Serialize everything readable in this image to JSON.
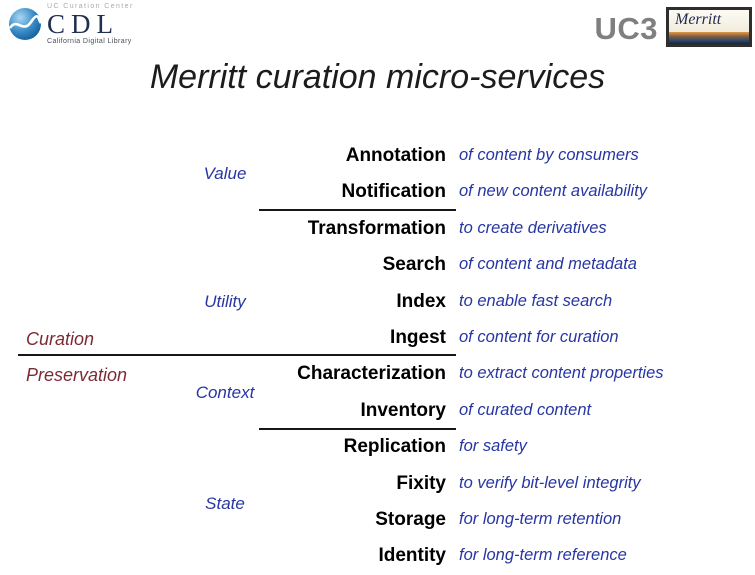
{
  "header": {
    "cdl": {
      "top_text": "UC Curation Center",
      "main_text": "CDL",
      "bottom_text": "California Digital Library"
    },
    "uc3": "UC3",
    "merritt": "Merritt"
  },
  "title": "Merritt curation micro-services",
  "categories": [
    {
      "label": "Curation",
      "groups_spanned": [
        "Value",
        "Utility"
      ]
    },
    {
      "label": "Preservation",
      "groups_spanned": [
        "Context",
        "State"
      ]
    }
  ],
  "groups": [
    {
      "label": "Value",
      "services": [
        {
          "name": "Annotation",
          "description": "of content by consumers"
        },
        {
          "name": "Notification",
          "description": "of new content availability"
        }
      ]
    },
    {
      "label": "Utility",
      "services": [
        {
          "name": "Transformation",
          "description": "to create derivatives"
        },
        {
          "name": "Search",
          "description": "of content and metadata"
        },
        {
          "name": "Index",
          "description": "to enable fast search"
        },
        {
          "name": "Ingest",
          "description": "of content for curation"
        }
      ]
    },
    {
      "label": "Context",
      "services": [
        {
          "name": "Characterization",
          "description": "to extract content properties"
        },
        {
          "name": "Inventory",
          "description": "of curated content"
        }
      ]
    },
    {
      "label": "State",
      "services": [
        {
          "name": "Replication",
          "description": "for safety"
        },
        {
          "name": "Fixity",
          "description": "to verify bit-level integrity"
        },
        {
          "name": "Storage",
          "description": "for long-term retention"
        },
        {
          "name": "Identity",
          "description": "for long-term reference"
        }
      ]
    }
  ],
  "colors": {
    "service_name": "#000000",
    "description_text": "#2736a3",
    "group_label": "#2736a3",
    "category_label": "#7d2b33",
    "divider_line": "#161616",
    "uc3_gray": "#7f7f7f",
    "cdl_navy": "#22304f"
  }
}
